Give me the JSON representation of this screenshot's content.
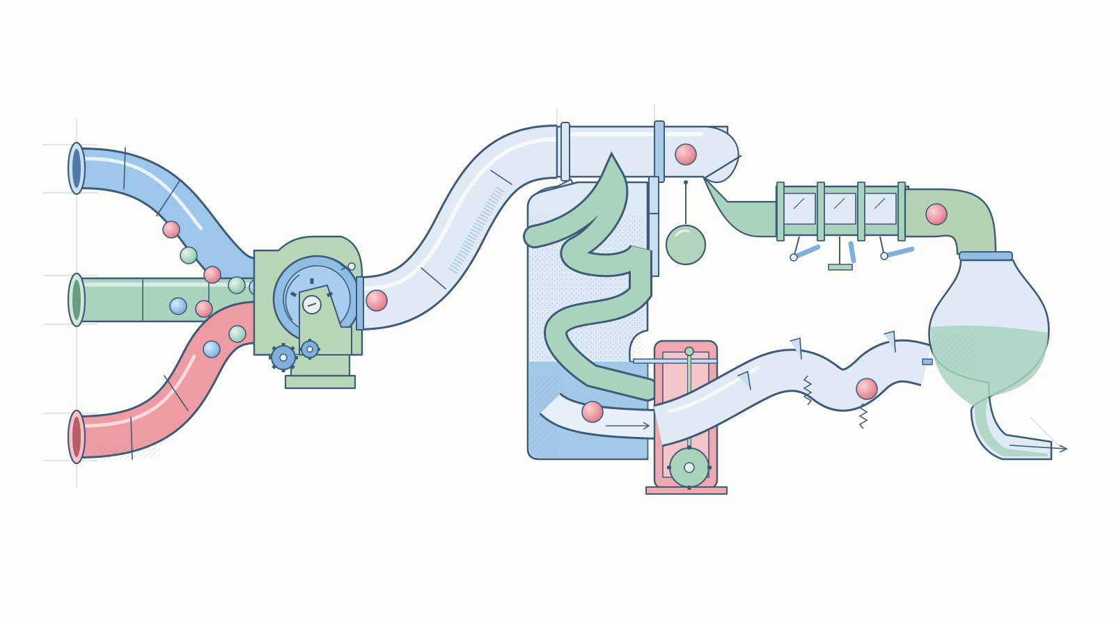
{
  "illustration": {
    "style": "hand-drawn watercolor technical sketch",
    "background": "#fdfdfb",
    "colors": {
      "blue": "#8fbde3",
      "blue_light": "#dfeaf4",
      "green": "#a9d3bd",
      "red": "#ee9aa2",
      "ink": "#3d5a78",
      "grey_green": "#b5d2b4"
    },
    "components": [
      {
        "name": "blue-inlet-pipe",
        "color": "blue"
      },
      {
        "name": "green-inlet-pipe",
        "color": "green"
      },
      {
        "name": "red-inlet-pipe",
        "color": "red"
      },
      {
        "name": "geared-mixer-wheel",
        "color": "grey_green"
      },
      {
        "name": "rising-glass-tube",
        "color": "blue_light"
      },
      {
        "name": "spiral-sand-tank",
        "color": "blue"
      },
      {
        "name": "pendulum-weight",
        "color": "grey_green"
      },
      {
        "name": "flap-valve-gates",
        "color": "green"
      },
      {
        "name": "flask-reservoir",
        "color": "green"
      },
      {
        "name": "red-crank-pump",
        "color": "red"
      },
      {
        "name": "wavy-spring-tube",
        "color": "blue_light"
      },
      {
        "name": "outlet-pipe",
        "color": "blue_light"
      }
    ],
    "text_labels": []
  }
}
